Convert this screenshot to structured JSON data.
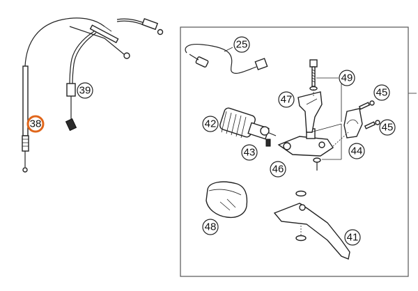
{
  "colors": {
    "highlight": "#e0661b",
    "stroke": "#222222",
    "frame": "#555555"
  },
  "callouts": {
    "c25": "25",
    "c38": "38",
    "c39": "39",
    "c41": "41",
    "c42": "42",
    "c43": "43",
    "c44": "44",
    "c45a": "45",
    "c45b": "45",
    "c46": "46",
    "c47": "47",
    "c48": "48",
    "c49": "49"
  },
  "selected_callout": "38"
}
